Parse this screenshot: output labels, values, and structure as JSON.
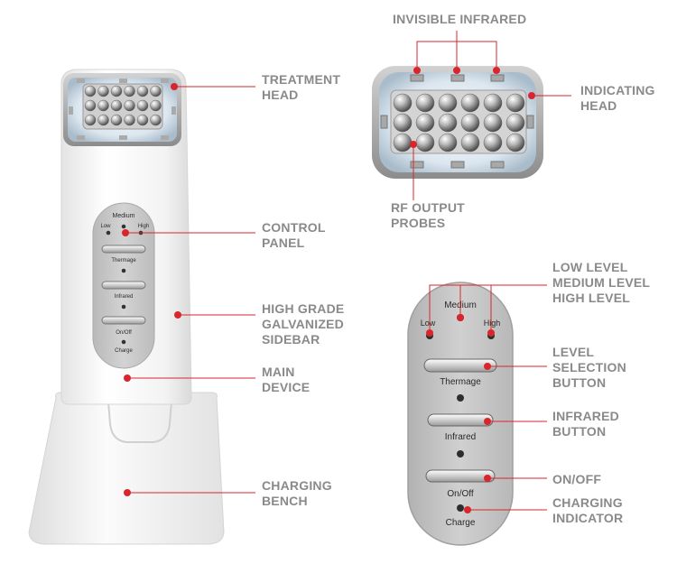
{
  "device_panel": {
    "level_low": "Low",
    "level_medium": "Medium",
    "level_high": "High",
    "button_thermage": "Thermage",
    "button_infrared": "Infrared",
    "button_onoff": "On/Off",
    "indicator_charge": "Charge"
  },
  "labels": {
    "treatment_head": [
      "TREATMENT",
      "HEAD"
    ],
    "control_panel": [
      "CONTROL",
      "PANEL"
    ],
    "sidebar": [
      "HIGH GRADE",
      "GALVANIZED",
      "SIDEBAR"
    ],
    "main_device": [
      "MAIN",
      "DEVICE"
    ],
    "charging_bench": [
      "CHARGING",
      "BENCH"
    ],
    "invisible_infrared": [
      "INVISIBLE INFRARED"
    ],
    "indicating_head": [
      "INDICATING",
      "HEAD"
    ],
    "rf_output_probes": [
      "RF OUTPUT",
      "PROBES"
    ],
    "level_labels": [
      "LOW LEVEL",
      "MEDIUM LEVEL",
      "HIGH LEVEL"
    ],
    "level_selection_button": [
      "LEVEL",
      "SELECTION",
      "BUTTON"
    ],
    "infrared_button": [
      "INFRARED",
      "BUTTON"
    ],
    "on_off": [
      "ON/OFF"
    ],
    "charging_indicator": [
      "CHARGING",
      "INDICATOR"
    ]
  },
  "colors": {
    "callout_red": "#d9262c",
    "label_gray": "#8a8a8a",
    "device_white": "#f4f4f4",
    "panel_gray": "#c9c9c9"
  }
}
